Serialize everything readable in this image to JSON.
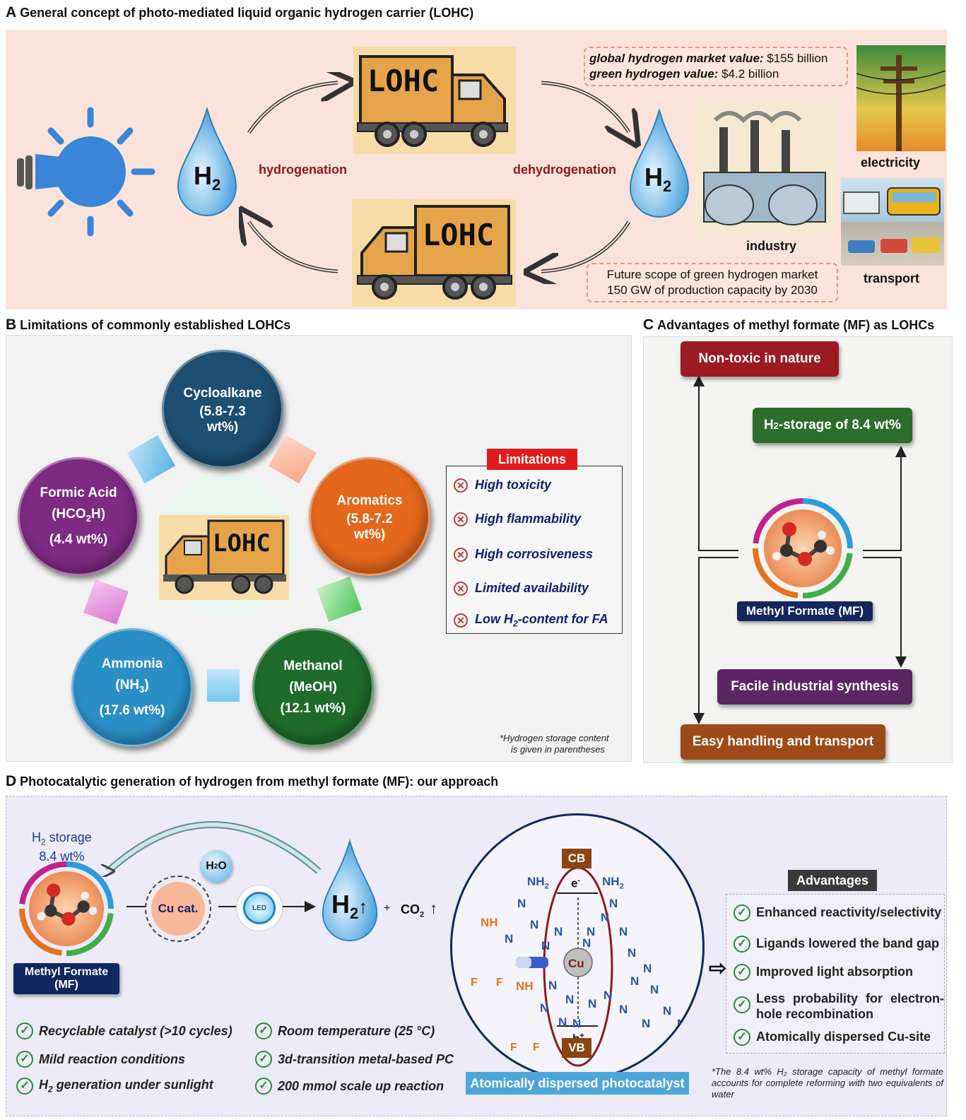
{
  "panelA": {
    "letter": "A",
    "title": "General concept of photo-mediated liquid organic hydrogen carrier (LOHC)",
    "h2_left": "H",
    "h2_right": "H",
    "h2_sub": "2",
    "hydrogenation": "hydrogenation",
    "dehydrogenation": "dehydrogenation",
    "truck_label": "LOHC",
    "market_line1_bold": "global hydrogen market value:",
    "market_line1_value": "$155 billion",
    "market_line2_bold": "green hydrogen value:",
    "market_line2_value": "$4.2 billion",
    "future_line1": "Future scope of green hydrogen market",
    "future_line2": "150 GW of production capacity by 2030",
    "industry": "industry",
    "electricity": "electricity",
    "transport": "transport"
  },
  "panelB": {
    "letter": "B",
    "title": "Limitations of commonly established LOHCs",
    "cycloalkane": {
      "name": "Cycloalkane",
      "value": "(5.8-7.3",
      "value2": "wt%)"
    },
    "aromatics": {
      "name": "Aromatics",
      "value": "(5.8-7.2",
      "value2": "wt%)"
    },
    "formic": {
      "name": "Formic Acid",
      "formula_a": "(HCO",
      "formula_sub": "2",
      "formula_b": "H)",
      "value": "(4.4 wt%)"
    },
    "ammonia": {
      "name": "Ammonia",
      "formula_a": "(NH",
      "formula_sub": "3",
      "formula_b": ")",
      "value": "(17.6 wt%)"
    },
    "methanol": {
      "name": "Methanol",
      "formula": "(MeOH)",
      "value": "(12.1 wt%)"
    },
    "center_label": "LOHC",
    "limitations_header": "Limitations",
    "limitations": [
      "High toxicity",
      "High flammability",
      "High corrosiveness",
      "Limited availability"
    ],
    "last_limitation_a": "Low H",
    "last_limitation_sub": "2",
    "last_limitation_b": "-content for FA",
    "footnote1": "*Hydrogen storage content",
    "footnote2": "is given in parentheses"
  },
  "panelC": {
    "letter": "C",
    "title": "Advantages of methyl formate (MF) as LOHCs",
    "nontoxic": "Non-toxic in nature",
    "storage_a": "H",
    "storage_sub": "2",
    "storage_b": "-storage of 8.4 wt%",
    "mf_label": "Methyl Formate (MF)",
    "synthesis": "Facile industrial synthesis",
    "handling": "Easy handling and transport"
  },
  "panelD": {
    "letter": "D",
    "title": "Photocatalytic generation of hydrogen from methyl formate (MF): our approach",
    "storage_a": "H",
    "storage_sub": "2",
    "storage_b": " storage",
    "storage_value": "8.4 wt%",
    "water": "H",
    "water_sub": "2",
    "water_b": "O",
    "cu_cat": "Cu cat.",
    "led": "LED",
    "h2": "H",
    "h2_sub": "2",
    "plus": "+",
    "co2": "CO",
    "co2_sub": "2",
    "mf_label_1": "Methyl Formate",
    "mf_label_2": "(MF)",
    "features_left": [
      "Recyclable catalyst (>10 cycles)",
      "Mild reaction conditions"
    ],
    "feature_h2_a": "H",
    "feature_h2_sub": "2",
    "feature_h2_b": " generation under sunlight",
    "features_right": [
      "Room temperature (25 °C)",
      "3d-transition metal-based PC",
      "200 mmol scale up reaction"
    ],
    "cb": "CB",
    "vb": "VB",
    "electron": "e",
    "electron_sup": "-",
    "hole": "h",
    "hole_sup": "+",
    "cu": "Cu",
    "nh2": "NH",
    "nh2_sub": "2",
    "nh": "NH",
    "n": "N",
    "f": "F",
    "catalyst_caption": "Atomically dispersed photocatalyst",
    "advantages_header": "Advantages",
    "advantages": [
      "Enhanced reactivity/selectivity",
      "Ligands lowered the band gap",
      "Improved light absorption",
      "Less probability for electron-hole recombination",
      "Atomically dispersed Cu-site"
    ],
    "footnote": "*The 8.4 wt% H₂ storage capacity of methyl formate accounts for complete reforming with two equivalents of water"
  },
  "colors": {
    "panelA_bg": "#fbe3dc",
    "panelB_bg": "#f1f2f1",
    "panelC_bg": "#f4f4f2",
    "panelD_bg": "#ecebf7",
    "cycloalkane": "#1d4f72",
    "aromatics": "#e3671c",
    "formic": "#7e2b83",
    "ammonia": "#2a8fc6",
    "methanol": "#1f6b2c",
    "nontoxic": "#9b1a23",
    "storage": "#2d6d2b",
    "synthesis": "#5c2664",
    "handling": "#9c4a18",
    "mf_label": "#11275e",
    "limit_red": "#e01b1b"
  }
}
